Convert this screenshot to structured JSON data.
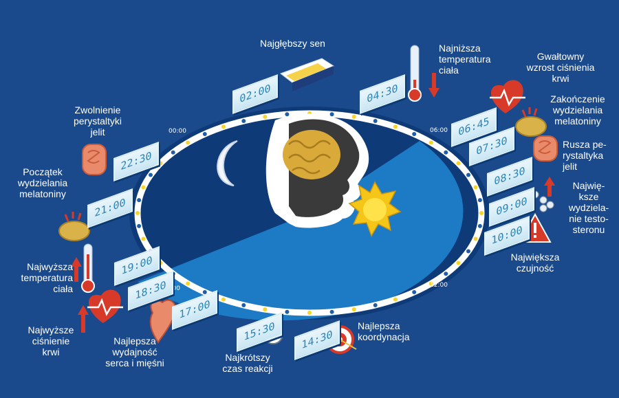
{
  "clocks": {
    "c0200": "02:00",
    "c0430": "04:30",
    "c0645": "06:45",
    "c0730": "07:30",
    "c0830": "08:30",
    "c0900": "09:00",
    "c1000": "10:00",
    "c2230": "22:30",
    "c2100": "21:00",
    "c1900": "19:00",
    "c1830": "18:30",
    "c1700": "17:00",
    "c1530": "15:30",
    "c1430": "14:30"
  },
  "ticks": {
    "t0000": "00:00",
    "t0600": "06:00",
    "t1200": "12:00",
    "t1800": "18:00"
  },
  "labels": {
    "deep_sleep": "Najgłębszy sen",
    "lowest_temp": [
      "Najniższa",
      "temperatura",
      "ciała"
    ],
    "bp_rise": [
      "Gwałtowny",
      "wzrost ciśnienia",
      "krwi"
    ],
    "melatonin_end": [
      "Zakończenie",
      "wydzielania",
      "melatoniny"
    ],
    "peristalsis_start": [
      "Rusza pe-",
      "rystaltyka",
      "jelit"
    ],
    "testosterone": [
      "Najwię-",
      "ksze",
      "wydziela-",
      "nie testo-",
      "steronu"
    ],
    "alertness": [
      "Największa",
      "czujność"
    ],
    "coordination": [
      "Najlepsza",
      "koordynacja"
    ],
    "reaction": [
      "Najkrótszy",
      "czas reakcji"
    ],
    "heart": [
      "Najlepsza",
      "wydajność",
      "serca i mięśni"
    ],
    "highest_bp": [
      "Najwyższe",
      "ciśnienie",
      "krwi"
    ],
    "highest_temp": [
      "Najwyższa",
      "temperatura",
      "ciała"
    ],
    "melatonin_start": [
      "Początek",
      "wydzielania",
      "melatoniny"
    ],
    "peristalsis_slow": [
      "Zwolnienie",
      "perystaltyki",
      "jelit"
    ]
  },
  "colors": {
    "background": "#1a4a8c",
    "night": "#0e3a78",
    "day": "#1d7ac4",
    "ring": "#ffffff",
    "ring_dot_yellow": "#f5d327",
    "ring_dot_blue": "#1e5ea8",
    "clock_face": "#e6f4fa",
    "clock_text": "#2b84b6",
    "accent_red": "#d83a2a",
    "brain": "#d9a93a"
  }
}
